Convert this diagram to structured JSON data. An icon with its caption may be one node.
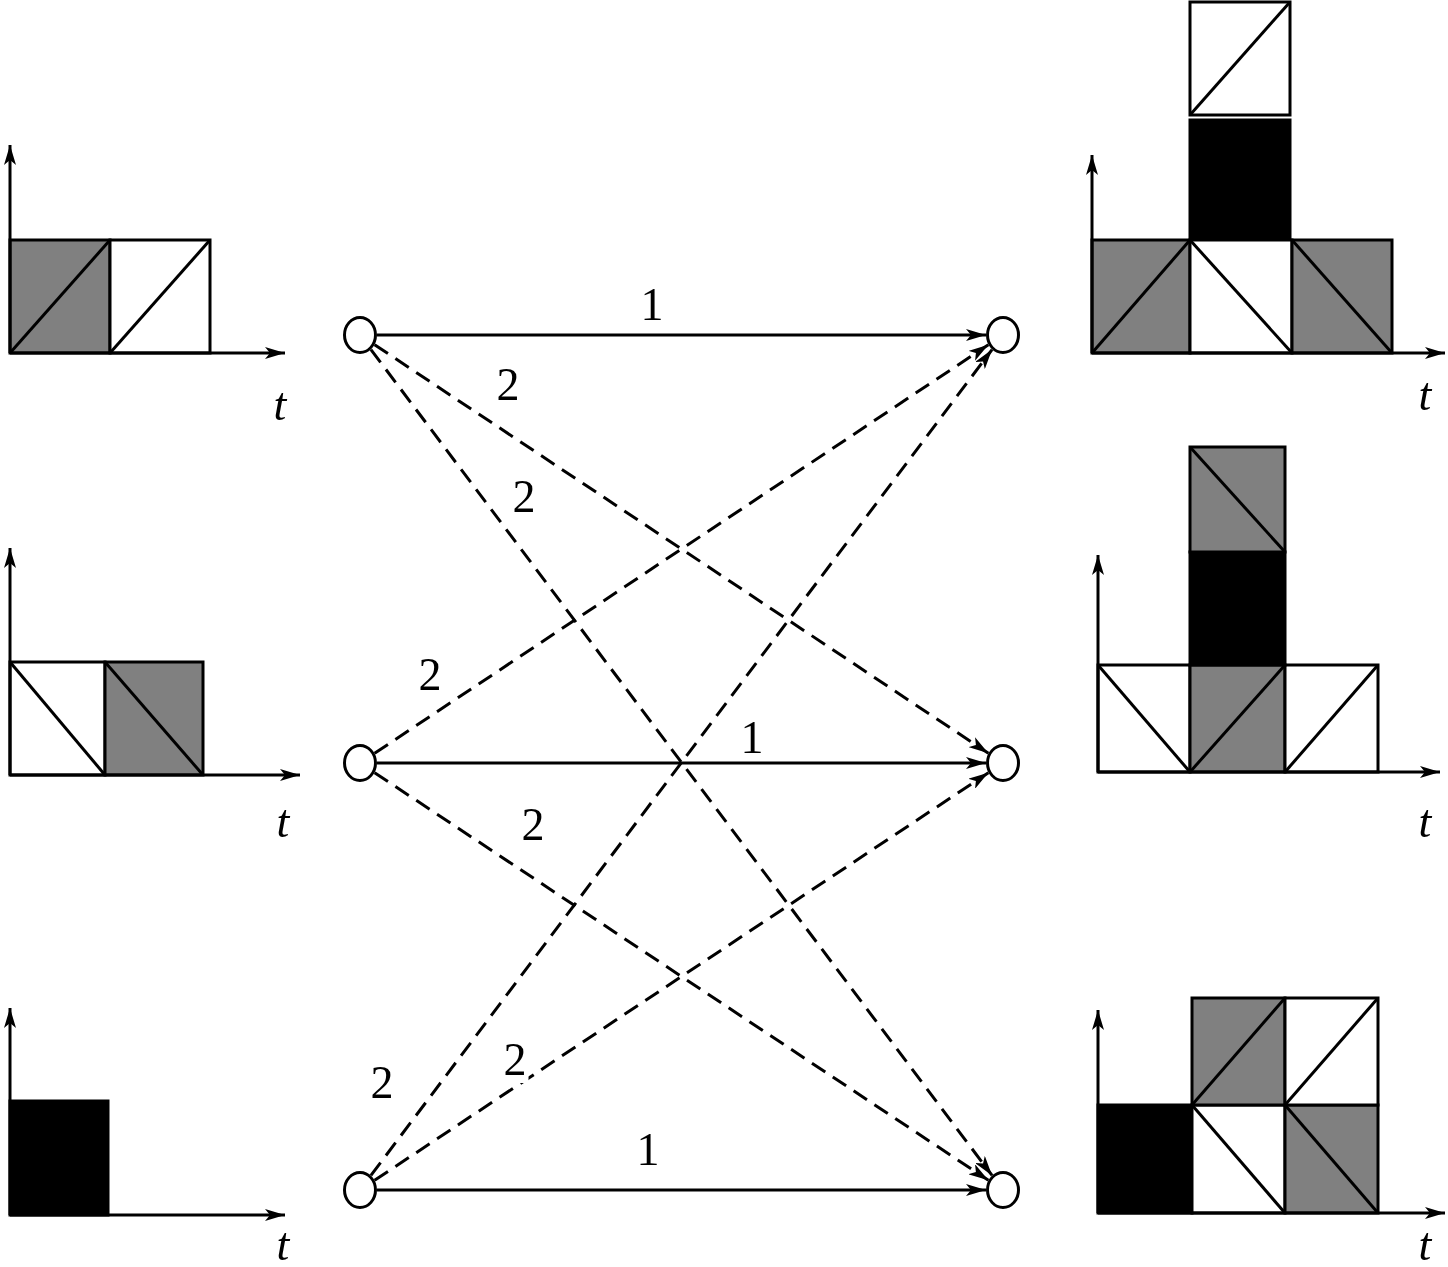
{
  "diagram": {
    "nodes": [
      {
        "text": [],
        "shape": "circle"
      },
      {
        "text": [],
        "shape": "circle"
      },
      {
        "text": [],
        "shape": "circle"
      },
      {
        "text": [],
        "shape": "circle"
      },
      {
        "text": [],
        "shape": "circle"
      },
      {
        "text": [],
        "shape": "circle"
      }
    ],
    "edges": [
      {
        "from": 0,
        "to": 3,
        "arrow": "to",
        "label": "1"
      },
      {
        "from": 0,
        "to": 4,
        "arrow": "to",
        "label": "2",
        "style": "dashed"
      },
      {
        "from": 0,
        "to": 5,
        "arrow": "to",
        "label": "2",
        "style": "dashed"
      },
      {
        "from": 1,
        "to": 3,
        "arrow": "to",
        "label": "2",
        "style": "dashed"
      },
      {
        "from": 1,
        "to": 4,
        "arrow": "to",
        "label": "1"
      },
      {
        "from": 1,
        "to": 5,
        "arrow": "to",
        "label": "2",
        "style": "dashed"
      },
      {
        "from": 2,
        "to": 3,
        "arrow": "to",
        "label": "2",
        "style": "dashed"
      },
      {
        "from": 2,
        "to": 4,
        "arrow": "to",
        "label": "2",
        "style": "dashed"
      },
      {
        "from": 2,
        "to": 5,
        "arrow": "to",
        "label": "1"
      }
    ],
    "labels": [
      "t",
      "t",
      "t",
      "t",
      "t",
      "t"
    ]
  }
}
